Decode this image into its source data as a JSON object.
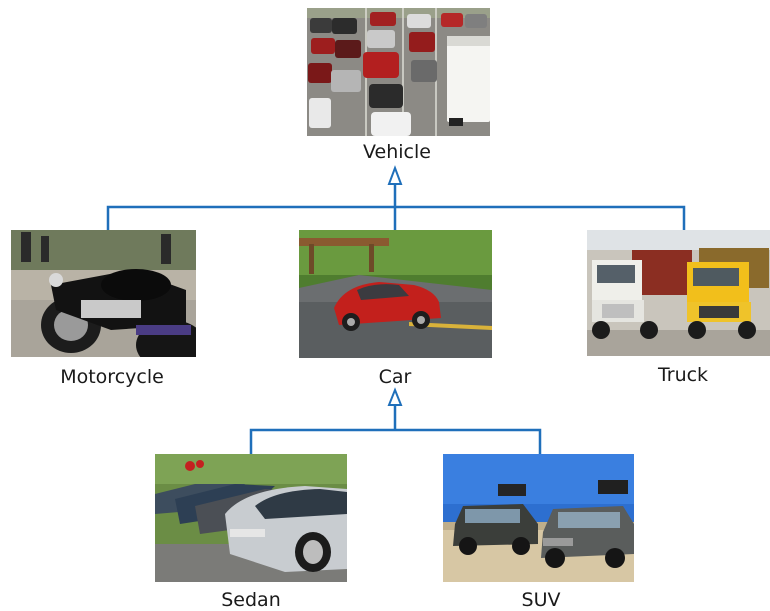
{
  "diagram": {
    "colors": {
      "connector": "#1f6fba",
      "arrow_fill": "#ffffff"
    },
    "nodes": {
      "vehicle": {
        "label": "Vehicle",
        "image": "highway-traffic-photo"
      },
      "motorcycle": {
        "label": "Motorcycle",
        "image": "motorcycles-photo"
      },
      "car": {
        "label": "Car",
        "image": "red-car-photo"
      },
      "truck": {
        "label": "Truck",
        "image": "dump-trucks-photo"
      },
      "sedan": {
        "label": "Sedan",
        "image": "parked-sedans-photo"
      },
      "suv": {
        "label": "SUV",
        "image": "suvs-desert-photo"
      }
    }
  }
}
